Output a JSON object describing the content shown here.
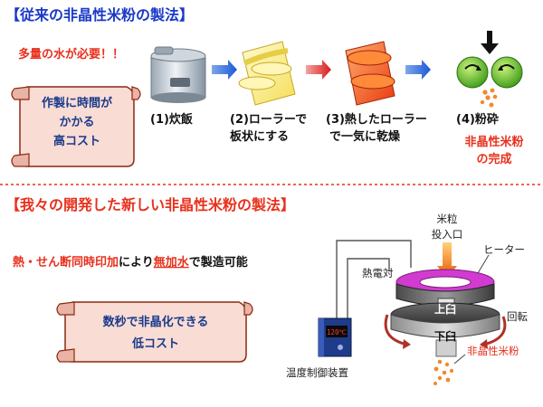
{
  "top": {
    "title": "【従来の非晶性米粉の製法】",
    "water_note": "多量の水が必要！！",
    "scroll_line1": "作製に時間が",
    "scroll_line2": "かかる",
    "scroll_line3": "高コスト",
    "steps": [
      {
        "label": "(1)炊飯"
      },
      {
        "label_line1": "(2)ローラーで",
        "label_line2": "板状にする"
      },
      {
        "label_line1": "(3)熱したローラー",
        "label_line2": "で一気に乾燥"
      },
      {
        "label": "(4)粉砕"
      }
    ],
    "result_line1": "非晶性米粉",
    "result_line2": "の完成"
  },
  "bottom": {
    "title": "【我々の開発した新しい非晶性米粉の製法】",
    "desc_part1": "熱・せん断同時印加",
    "desc_part2": "により",
    "desc_part3": "無加水",
    "desc_part4": "で製造可能",
    "scroll_line1": "数秒で非晶化できる",
    "scroll_line2": "低コスト",
    "inlet_line1": "米粒",
    "inlet_line2": "投入口",
    "heater": "ヒーター",
    "thermocouple": "熱電対",
    "upper_mill": "上臼",
    "lower_mill": "下臼",
    "rotation": "回転",
    "output": "非晶性米粉",
    "controller_display": "120℃",
    "controller_label": "温度制御装置"
  },
  "colors": {
    "title_blue": "#1a39c8",
    "accent_red": "#e8301c",
    "scroll_fill": "#f9dcd4",
    "heater_magenta": "#d23bd0",
    "powder_orange": "#f08a2a",
    "arrow_blue": "#1a5ad8"
  }
}
